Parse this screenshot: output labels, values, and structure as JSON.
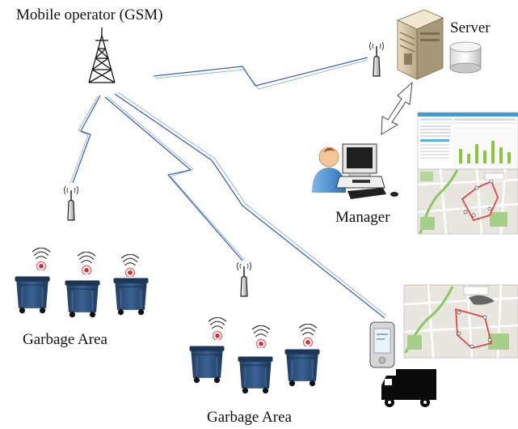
{
  "labels": {
    "mobile_operator": "Mobile operator (GSM)",
    "server": "Server",
    "manager": "Manager",
    "garbage_area_left": "Garbage Area",
    "garbage_area_bottom": "Garbage Area"
  },
  "colors": {
    "signal_line": "#3a66b8",
    "bin_body": "#2d4f78",
    "bin_dark": "#1f3a5c",
    "sensor_red": "#e0242c",
    "truck": "#0a0a0a",
    "map_road": "#e04848",
    "map_park": "#a6d08a"
  },
  "icons": {
    "tower": "gsm-tower-icon",
    "antenna": "antenna-icon",
    "server": "server-icon",
    "database": "database-icon",
    "manager": "person-at-computer-icon",
    "truck": "truck-icon",
    "phone": "pda-icon",
    "bin": "garbage-bin-icon"
  }
}
